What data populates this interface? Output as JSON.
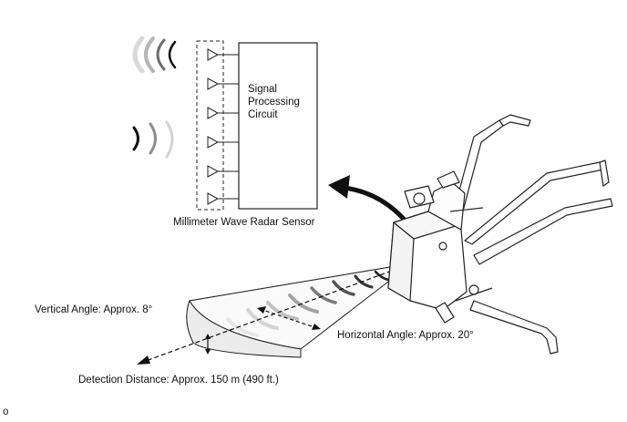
{
  "sensor_box": {
    "line1": "Signal",
    "line2": "Processing",
    "line3": "Circuit"
  },
  "labels": {
    "sensor": "Millimeter Wave Radar Sensor",
    "vertical_angle": "Vertical Angle: Approx. 8°",
    "horizontal_angle": "Horizontal Angle: Approx. 20°",
    "detection_distance": "Detection Distance: Approx. 150 m (490 ft.)",
    "corner_mark": "o"
  }
}
